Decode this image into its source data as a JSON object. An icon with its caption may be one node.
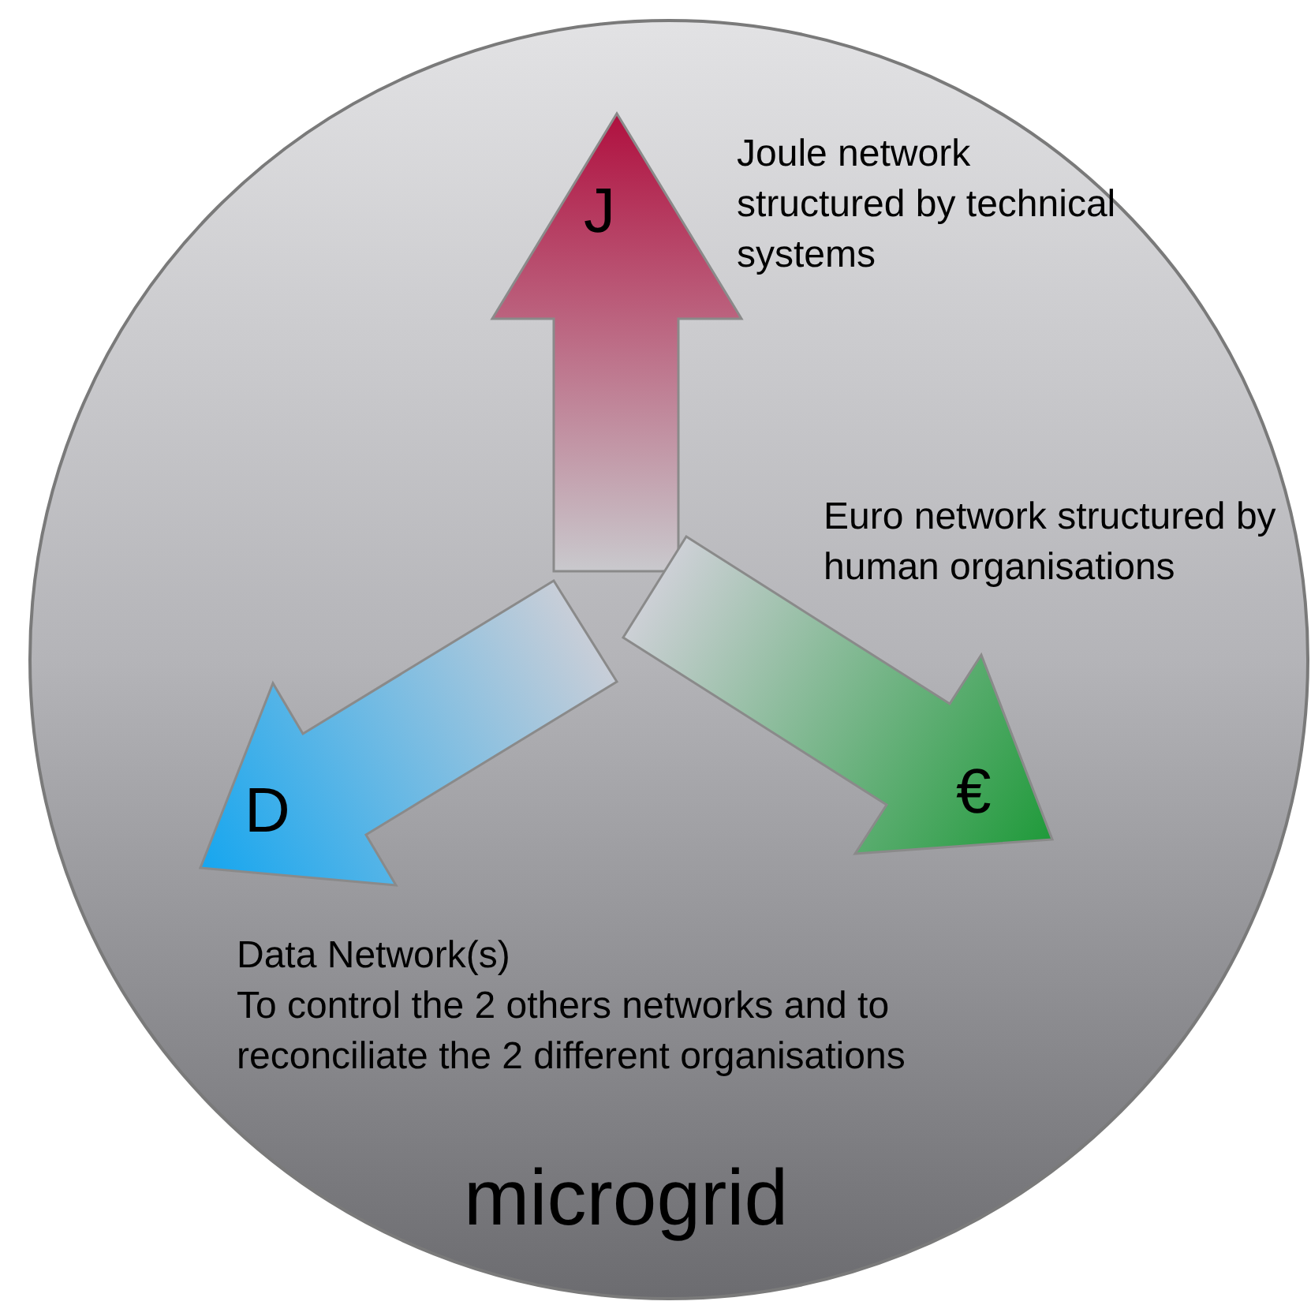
{
  "diagram": {
    "nodes": [
      {
        "text": [
          "microgrid"
        ]
      },
      {
        "text": [
          "J"
        ],
        "in": 0,
        "beside": [
          "Joule network structured by technical systems"
        ]
      },
      {
        "text": [
          "€"
        ],
        "in": 0,
        "beside": [
          "Euro network structured by human organisations"
        ]
      },
      {
        "text": [
          "D"
        ],
        "in": 0,
        "beside": [
          "Data Network(s)",
          "To control the 2 others networks and to reconciliate the 2 different organisations"
        ]
      }
    ]
  }
}
